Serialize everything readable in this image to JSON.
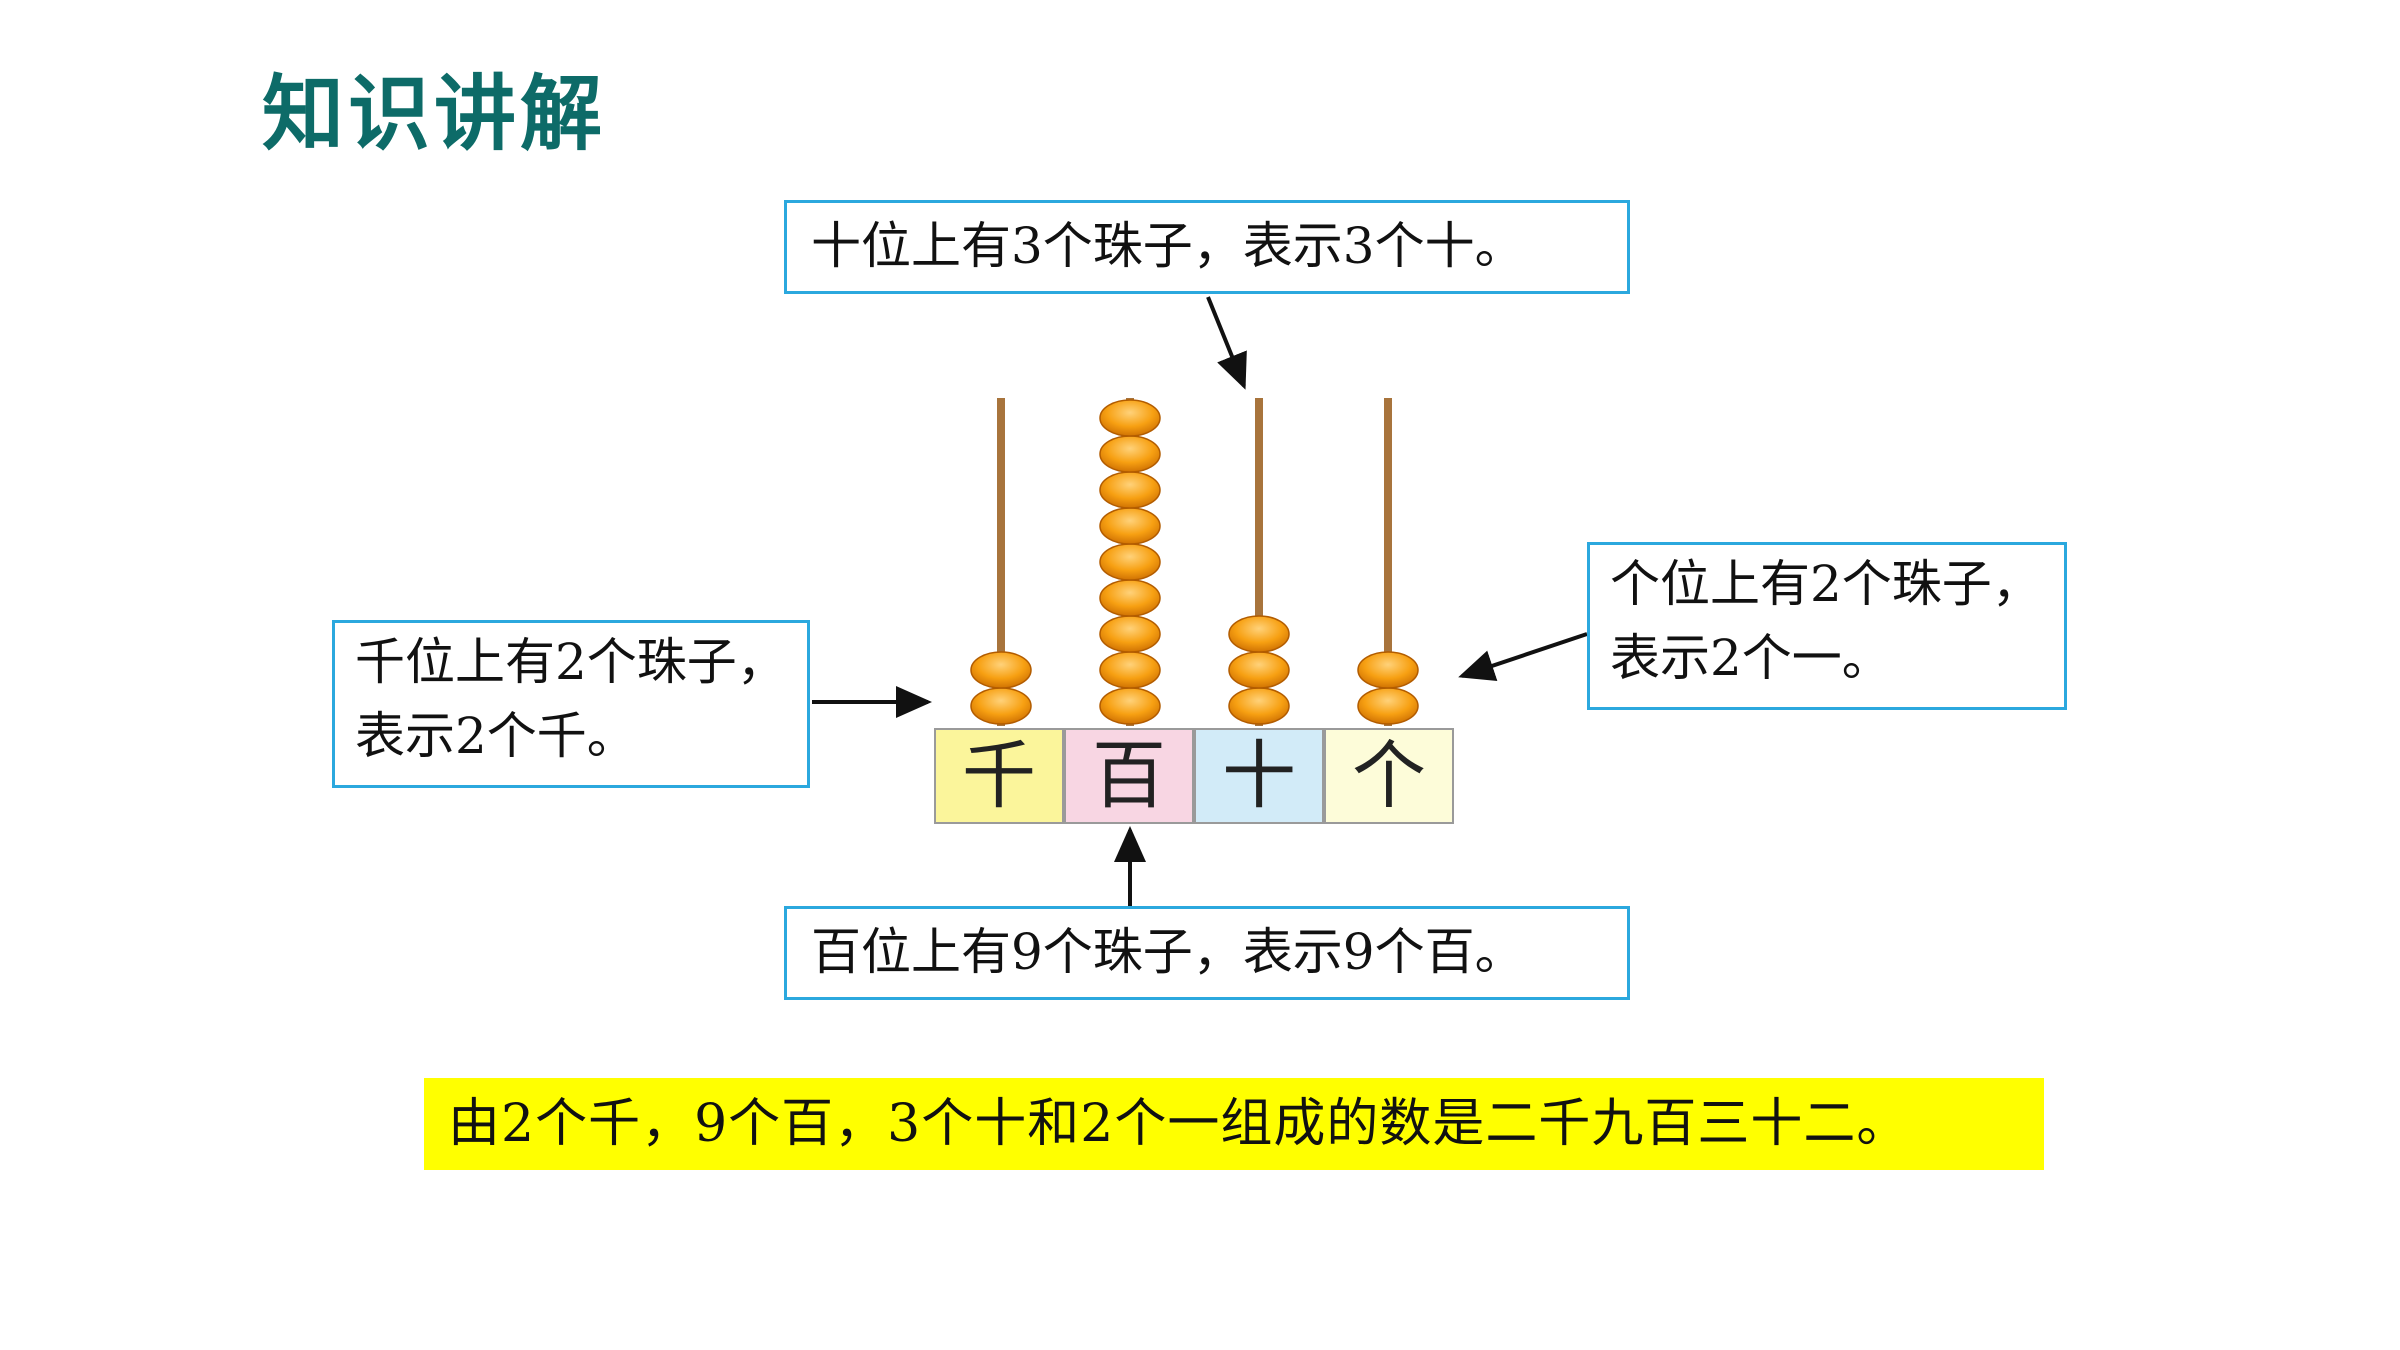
{
  "page": {
    "title": "知识讲解"
  },
  "callouts": {
    "tens": "十位上有3个珠子，表示3个十。",
    "hundreds": "百位上有9个珠子，表示9个百。",
    "thousands": "千位上有2个珠子，表示2个千。",
    "ones": "个位上有2个珠子，表示2个一。"
  },
  "abacus": {
    "places": [
      {
        "label": "千",
        "beads": 2,
        "color": "#fbf59b"
      },
      {
        "label": "百",
        "beads": 9,
        "color": "#f8d6e3"
      },
      {
        "label": "十",
        "beads": 3,
        "color": "#d2ebf8"
      },
      {
        "label": "个",
        "beads": 2,
        "color": "#fdfcd9"
      }
    ],
    "bead_color": "#f59b0c",
    "rod_color": "#a8743c"
  },
  "conclusion": "由2个千，9个百，3个十和2个一组成的数是二千九百三十二。"
}
